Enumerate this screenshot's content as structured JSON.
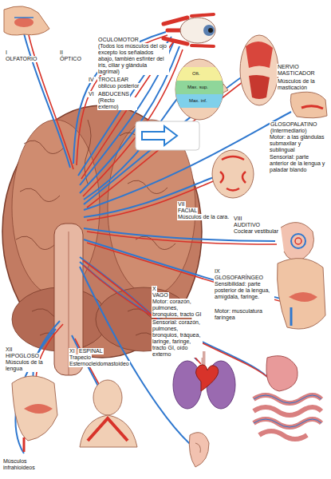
{
  "diagram": {
    "labels": [
      "I",
      "OLFATORIO",
      "II",
      "ÓPTICO",
      "OCULOMOTOR",
      "(Todos los músculos del ojo excepto los señalados abajo, también esfínter del iris, ciliar y glándula lagrimal)",
      "IV",
      "TROCLEAR",
      "oblicuo posterior",
      "VI",
      "ABDUCENS",
      "(Recto externo)",
      "Oft.",
      "Max. sup.",
      "Max. inf.",
      "NERVIO MASTICADOR",
      "Músculos de la masticación",
      "GLOSOPALATINO",
      "(Intermediario)",
      "Motor: a las glándulas submaxilar y sublingual",
      "Sensorial: parte anterior de la lengua y paladar blando",
      "VII",
      "FACIAL",
      "Músculos de la cara.",
      "VIII",
      "AUDITIVO",
      "Coclear vestibular",
      "IX",
      "GLOSOFARÍNGEO",
      "Sensibilidad: parte posterior de la lengua, amígdala, faringe.",
      "Motor: musculatura faríngea",
      "X",
      "VAGO",
      "Motor: corazón, pulmones, bronquios, tracto GI",
      "Sensorial: corazón, pulmones, bronquios, tráquea, laringe, faringe, tracto GI, oído externo",
      "XI",
      "ESPINAL",
      "Trapecio",
      "Esternocleidomastoideo",
      "XII",
      "HIPOGLOSO",
      "Músculos de la lengua",
      "Músculos infrahioideos"
    ]
  }
}
